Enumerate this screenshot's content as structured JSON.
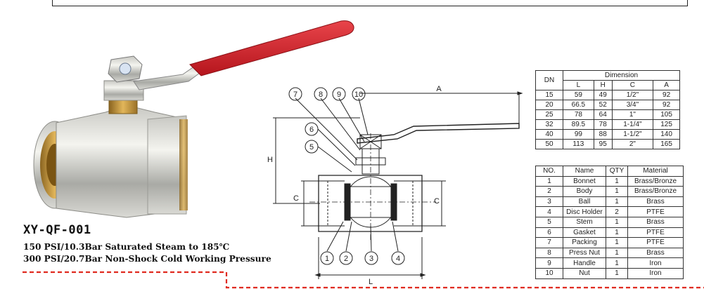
{
  "product": {
    "model": "XY-QF-001",
    "spec_line1": "150 PSI/10.3Bar Saturated Steam to 185℃",
    "spec_line2": "300 PSI/20.7Bar Non-Shock Cold Working Pressure"
  },
  "colors": {
    "handle_red": "#d4232c",
    "brass": "#c9a24a",
    "dash_red": "#e02a1f",
    "line": "#222222"
  },
  "drawing": {
    "dimension_labels": {
      "A": "A",
      "H": "H",
      "C_left": "C",
      "C_right": "C",
      "L": "L"
    },
    "callouts_top": [
      "7",
      "8",
      "9",
      "10"
    ],
    "callouts_left": [
      "6",
      "5"
    ],
    "callouts_bottom": [
      "1",
      "2",
      "3",
      "4"
    ]
  },
  "dimension_table": {
    "dn_header": "DN",
    "group_header": "Dimension",
    "sub_headers": [
      "L",
      "H",
      "C",
      "A"
    ],
    "rows": [
      [
        "15",
        "59",
        "49",
        "1/2\"",
        "92"
      ],
      [
        "20",
        "66.5",
        "52",
        "3/4\"",
        "92"
      ],
      [
        "25",
        "78",
        "64",
        "1\"",
        "105"
      ],
      [
        "32",
        "89.5",
        "78",
        "1-1/4\"",
        "125"
      ],
      [
        "40",
        "99",
        "88",
        "1-1/2\"",
        "140"
      ],
      [
        "50",
        "113",
        "95",
        "2\"",
        "165"
      ]
    ]
  },
  "material_table": {
    "headers": [
      "NO.",
      "Name",
      "QTY",
      "Material"
    ],
    "rows": [
      [
        "1",
        "Bonnet",
        "1",
        "Brass/Bronze"
      ],
      [
        "2",
        "Body",
        "1",
        "Brass/Bronze"
      ],
      [
        "3",
        "Ball",
        "1",
        "Brass"
      ],
      [
        "4",
        "Disc Holder",
        "2",
        "PTFE"
      ],
      [
        "5",
        "Stem",
        "1",
        "Brass"
      ],
      [
        "6",
        "Gasket",
        "1",
        "PTFE"
      ],
      [
        "7",
        "Packing",
        "1",
        "PTFE"
      ],
      [
        "8",
        "Press Nut",
        "1",
        "Brass"
      ],
      [
        "9",
        "Handle",
        "1",
        "Iron"
      ],
      [
        "10",
        "Nut",
        "1",
        "Iron"
      ]
    ]
  }
}
